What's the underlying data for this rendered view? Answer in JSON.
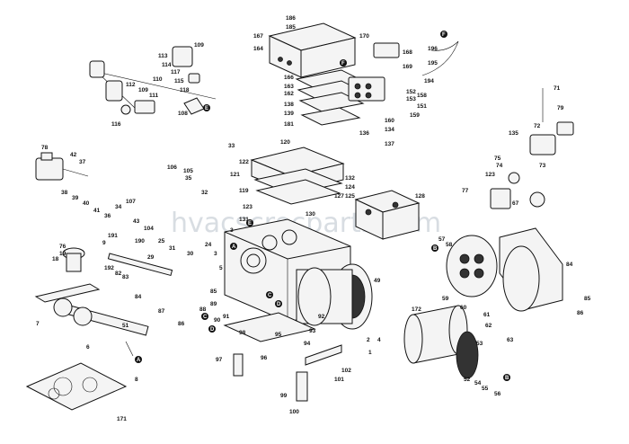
{
  "watermark": "hvacscrocparts.com",
  "labels": [
    "186",
    "185",
    "170",
    "167",
    "168",
    "164",
    "169",
    "196",
    "195",
    "194",
    "109",
    "113",
    "114",
    "117",
    "115",
    "110",
    "118",
    "112",
    "109",
    "111",
    "116",
    "108",
    "166",
    "163",
    "162",
    "138",
    "139",
    "152",
    "153",
    "151",
    "159",
    "158",
    "71",
    "181",
    "160",
    "134",
    "136",
    "137",
    "135",
    "72",
    "79",
    "78",
    "42",
    "37",
    "38",
    "39",
    "40",
    "41",
    "36",
    "34",
    "35",
    "105",
    "106",
    "107",
    "43",
    "32",
    "104",
    "33",
    "122",
    "121",
    "119",
    "120",
    "123",
    "131",
    "130",
    "132",
    "124",
    "127",
    "125",
    "128",
    "123",
    "75",
    "74",
    "73",
    "77",
    "76",
    "19",
    "18",
    "9",
    "191",
    "190",
    "25",
    "31",
    "30",
    "24",
    "3",
    "5",
    "29",
    "192",
    "82",
    "83",
    "84",
    "85",
    "87",
    "88",
    "89",
    "90",
    "91",
    "86",
    "57",
    "58",
    "59",
    "60",
    "61",
    "62",
    "63",
    "49",
    "172",
    "84",
    "85",
    "86",
    "7",
    "6",
    "51",
    "8",
    "97",
    "96",
    "95",
    "94",
    "93",
    "92",
    "98",
    "99",
    "100",
    "101",
    "102",
    "2",
    "4",
    "53",
    "52",
    "54",
    "55",
    "56",
    "171",
    "3",
    "1",
    "67"
  ],
  "callouts": [
    "A",
    "B",
    "C",
    "D",
    "E",
    "F",
    "A",
    "B",
    "C",
    "D",
    "E",
    "F",
    "A",
    "B",
    "B"
  ]
}
